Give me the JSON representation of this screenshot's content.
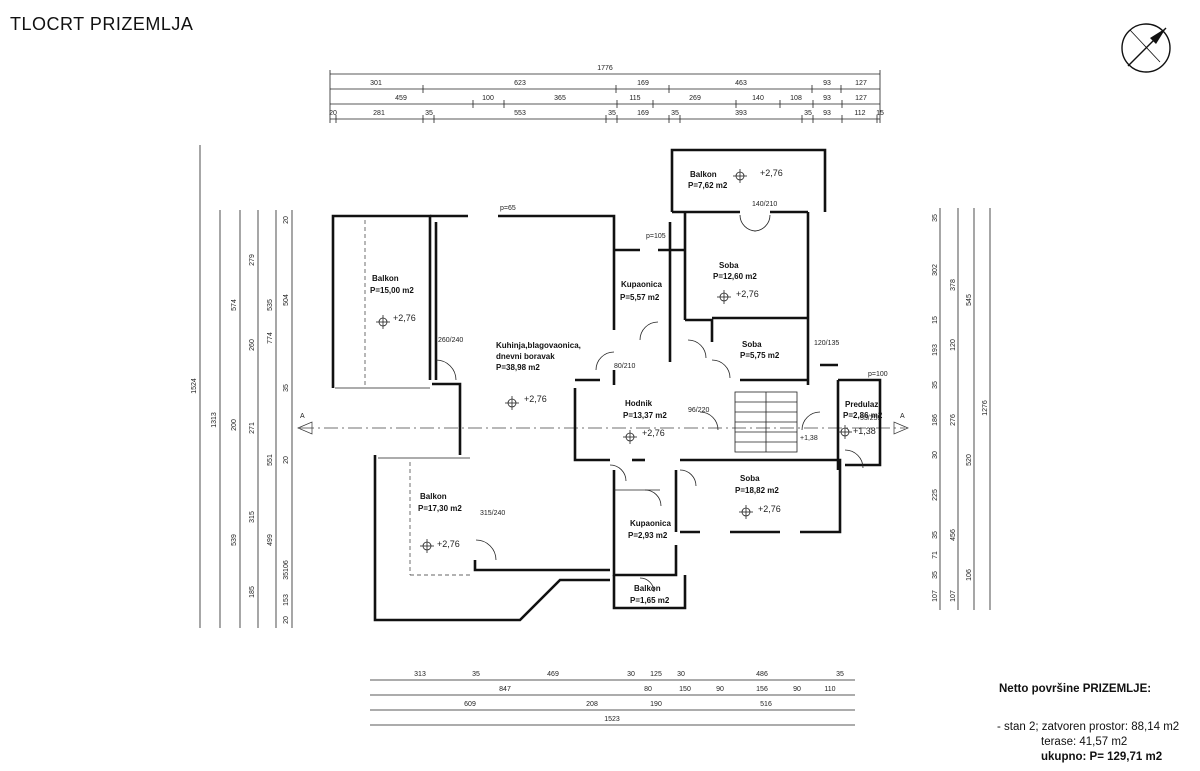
{
  "title": "TLOCRT PRIZEMLJA",
  "north_icon": "north-arrow-icon",
  "rooms": {
    "balkon_top": {
      "name": "Balkon",
      "area": "P=7,62 m2",
      "level": "+2,76"
    },
    "soba_1": {
      "name": "Soba",
      "area": "P=12,60 m2",
      "level": "+2,76"
    },
    "kupaonica_1": {
      "name": "Kupaonica",
      "area": "P=5,57 m2"
    },
    "balkon_left": {
      "name": "Balkon",
      "area": "P=15,00 m2",
      "level": "+2,76"
    },
    "kuhinja": {
      "name": "Kuhinja,blagovaonica,",
      "name2": "dnevni boravak",
      "area": "P=38,98 m2",
      "level": "+2,76"
    },
    "soba_2": {
      "name": "Soba",
      "area": "P=5,75 m2"
    },
    "hodnik": {
      "name": "Hodnik",
      "area": "P=13,37 m2",
      "level": "+2,76"
    },
    "predulaz": {
      "name": "Predulaz",
      "area": "P=2,86 m2",
      "level": "+1,38"
    },
    "soba_3": {
      "name": "Soba",
      "area": "P=18,82 m2",
      "level": "+2,76"
    },
    "balkon_bottom": {
      "name": "Balkon",
      "area": "P=17,30 m2",
      "level": "+2,76"
    },
    "kupaonica_2": {
      "name": "Kupaonica",
      "area": "P=2,93 m2"
    },
    "balkon_small": {
      "name": "Balkon",
      "area": "P=1,65 m2"
    }
  },
  "dims_top": {
    "row1": [
      "1776"
    ],
    "row2": [
      "301",
      "623",
      "169",
      "463",
      "93",
      "127"
    ],
    "row3": [
      "459",
      "100",
      "365",
      "115",
      "269",
      "140",
      "108",
      "93",
      "127"
    ],
    "row4": [
      "20",
      "281",
      "35",
      "553",
      "35",
      "169",
      "35",
      "393",
      "35",
      "93",
      "112",
      "15"
    ]
  },
  "dims_bottom": {
    "row1": [
      "313",
      "35",
      "469",
      "30",
      "125",
      "30",
      "486",
      "35"
    ],
    "row2": [
      "847",
      "80",
      "150",
      "90",
      "156",
      "90",
      "110"
    ],
    "row3": [
      "609",
      "208",
      "190",
      "516"
    ],
    "row4": [
      "1523"
    ]
  },
  "dims_left": {
    "total": "1524",
    "col2": [
      "1313"
    ],
    "col3": [
      "574",
      "200",
      "539"
    ],
    "col4": [
      "279",
      "260",
      "271",
      "315",
      "185"
    ],
    "col5": [
      "535",
      "774",
      "551",
      "499"
    ],
    "col6": [
      "20",
      "504",
      "35",
      "20",
      "35106",
      "153",
      "20"
    ]
  },
  "dims_right": {
    "total": "1276",
    "col2": [
      "545",
      "520",
      "106"
    ],
    "col3": [
      "378",
      "120",
      "276",
      "456",
      "107"
    ],
    "col4": [
      "35",
      "302",
      "15",
      "193",
      "35",
      "186",
      "30",
      "225",
      "35",
      "71",
      "35",
      "107"
    ]
  },
  "small_labels": [
    "140/210",
    "120/135",
    "80/210",
    "96/220",
    "55/255",
    "p=100",
    "p=105",
    "p=65",
    "260/240",
    "315/240",
    "+1,38"
  ],
  "summary": {
    "heading": "Netto površine PRIZEMLJE:",
    "line1": "- stan 2; zatvoren prostor: 88,14 m2",
    "line2": "terase: 41,57 m2",
    "line3": "ukupno: P= 129,71 m2"
  }
}
